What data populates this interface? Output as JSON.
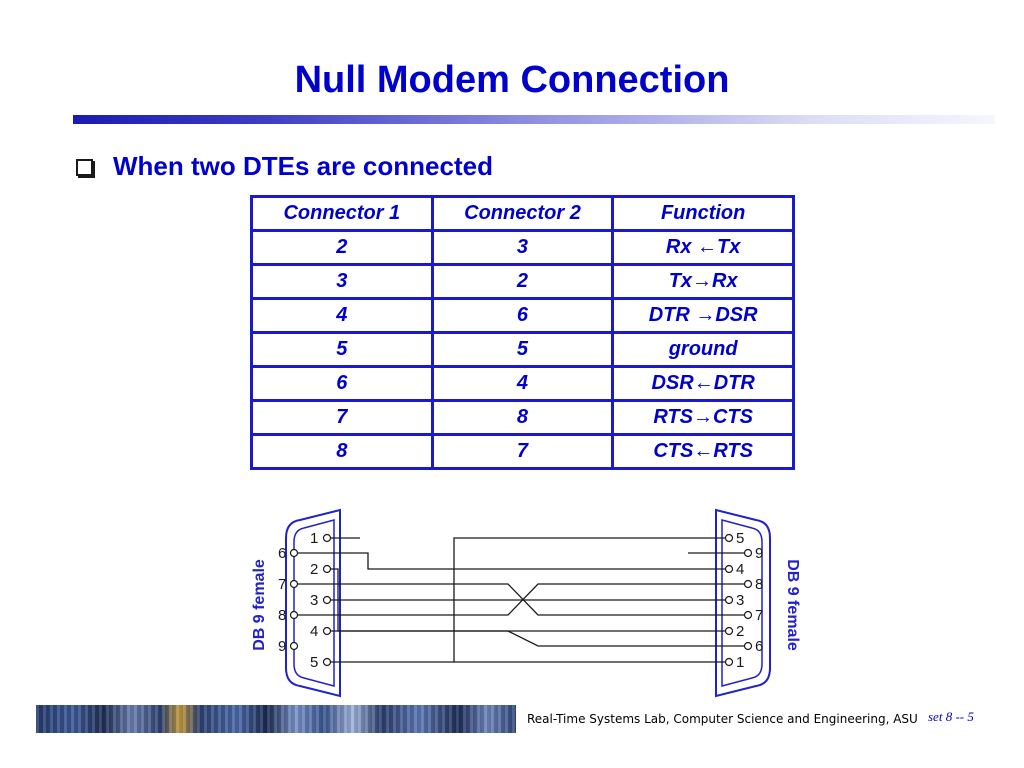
{
  "slide": {
    "title": "Null Modem Connection",
    "bullet": "When two DTEs are connected"
  },
  "table": {
    "headers": [
      "Connector 1",
      "Connector 2",
      "Function"
    ],
    "rows": [
      [
        "2",
        "3",
        "Rx ←Tx"
      ],
      [
        "3",
        "2",
        "Tx→Rx"
      ],
      [
        "4",
        "6",
        "DTR →DSR"
      ],
      [
        "5",
        "5",
        "ground"
      ],
      [
        "6",
        "4",
        "DSR←DTR"
      ],
      [
        "7",
        "8",
        "RTS→CTS"
      ],
      [
        "8",
        "7",
        "CTS←RTS"
      ]
    ]
  },
  "diagram": {
    "left_label": "DB 9 female",
    "right_label": "DB 9 female",
    "left_pins": [
      "1",
      "6",
      "2",
      "7",
      "3",
      "8",
      "4",
      "9",
      "5"
    ],
    "right_pins": [
      "5",
      "9",
      "4",
      "8",
      "3",
      "7",
      "2",
      "6",
      "1"
    ]
  },
  "footer": {
    "text": "Real-Time Systems Lab, Computer Science and Engineering, ASU",
    "page": "set 8 -- 5"
  }
}
